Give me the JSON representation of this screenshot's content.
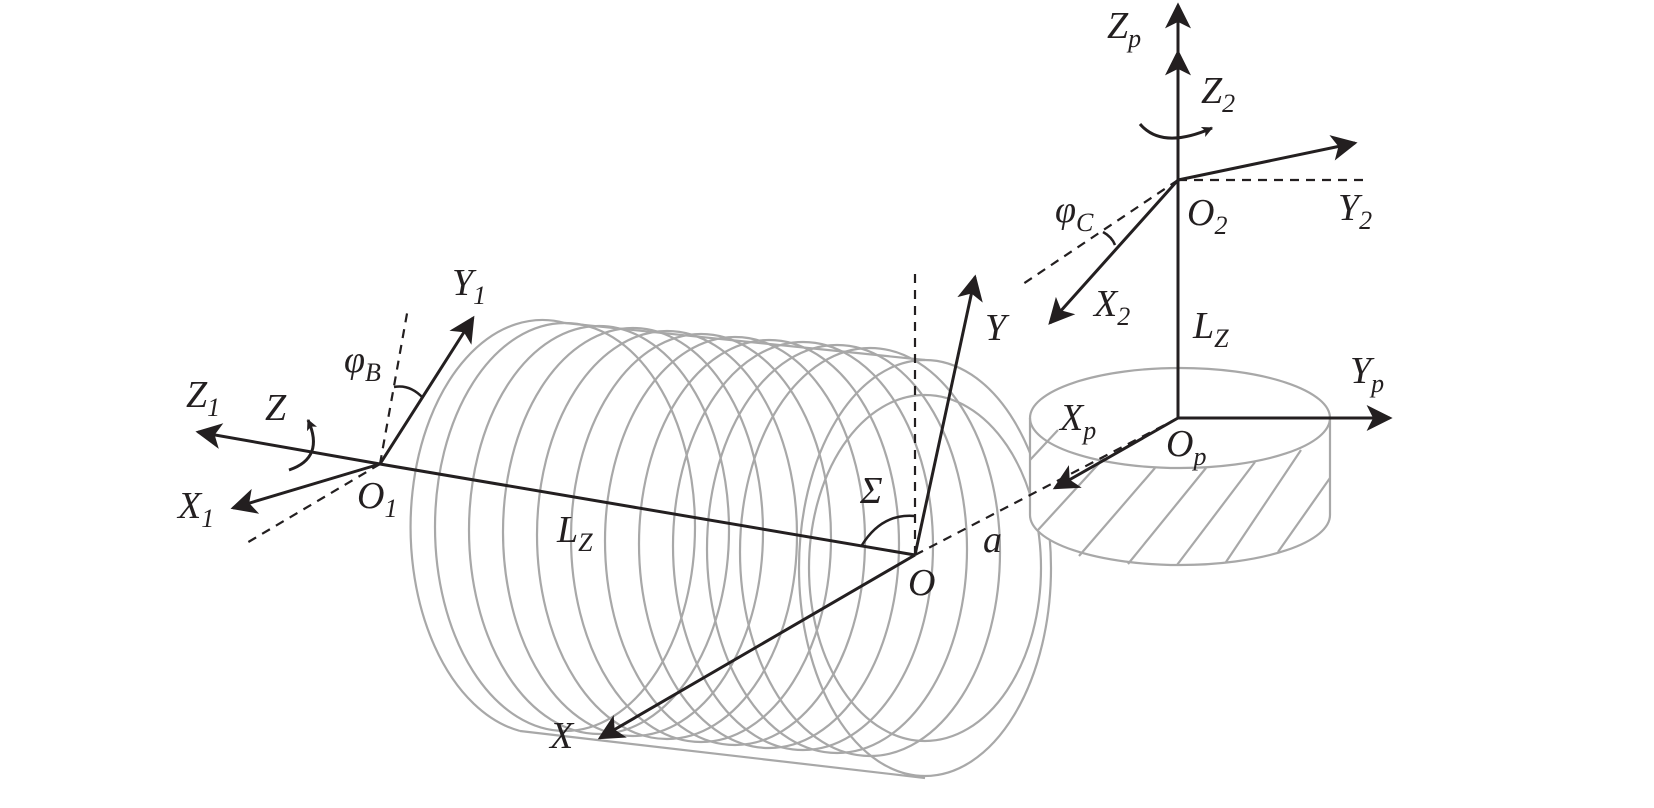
{
  "labels": {
    "Zp": {
      "main": "Z",
      "sub": "p"
    },
    "Z2": {
      "main": "Z",
      "sub": "2"
    },
    "O2": {
      "main": "O",
      "sub": "2"
    },
    "Y2": {
      "main": "Y",
      "sub": "2"
    },
    "phiC": {
      "main": "φ",
      "sub": "C"
    },
    "X2": {
      "main": "X",
      "sub": "2"
    },
    "LZ_right": {
      "main": "L",
      "sub": "Z"
    },
    "Yp": {
      "main": "Y",
      "sub": "p"
    },
    "Xp": {
      "main": "X",
      "sub": "p"
    },
    "Op": {
      "main": "O",
      "sub": "p"
    },
    "Y1": {
      "main": "Y",
      "sub": "1"
    },
    "phiB": {
      "main": "φ",
      "sub": "B"
    },
    "Z1": {
      "main": "Z",
      "sub": "1"
    },
    "Z": {
      "main": "Z",
      "sub": ""
    },
    "X1": {
      "main": "X",
      "sub": "1"
    },
    "O1": {
      "main": "O",
      "sub": "1"
    },
    "LZ_left": {
      "main": "L",
      "sub": "Z"
    },
    "Y": {
      "main": "Y",
      "sub": ""
    },
    "Sigma": {
      "main": "Σ",
      "sub": ""
    },
    "O": {
      "main": "O",
      "sub": ""
    },
    "a": {
      "main": "a",
      "sub": ""
    },
    "X": {
      "main": "X",
      "sub": ""
    }
  },
  "colors": {
    "ink": "#231f20",
    "gray": "#a8a8a8",
    "background": "#ffffff"
  }
}
